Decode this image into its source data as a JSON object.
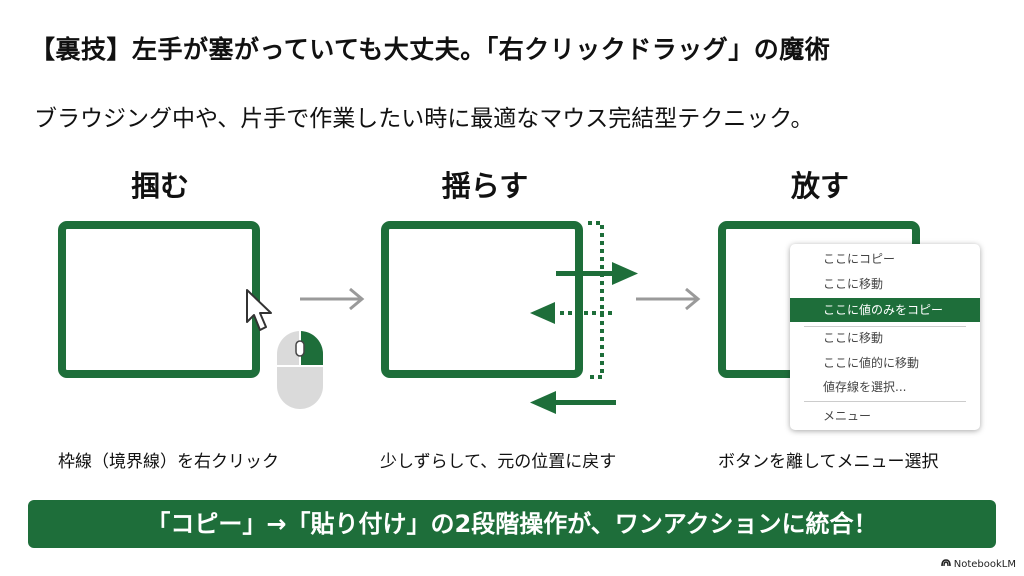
{
  "slide": {
    "title": "【裏技】左手が塞がっていても大丈夫。「右クリックドラッグ」の魔術",
    "subtitle": "ブラウジング中や、片手で作業したい時に最適なマウス完結型テクニック。",
    "steps": [
      {
        "title": "掴む",
        "caption": "枠線（境界線）を右クリック"
      },
      {
        "title": "揺らす",
        "caption": "少しずらして、元の位置に戻す"
      },
      {
        "title": "放す",
        "caption": "ボタンを離してメニュー選択"
      }
    ],
    "context_menu": {
      "items": [
        "ここにコピー",
        "ここに移動",
        "ここに値のみをコピー",
        "ここに移動",
        "ここに値的に移動",
        "値存線を選択...",
        "メニュー"
      ],
      "selected_index": 2
    },
    "banner": "「コピー」→「貼り付け」の2段階操作が、ワンアクションに統合！",
    "brand": "NotebookLM"
  },
  "colors": {
    "accent": "#1e6e3a",
    "arrow_gray": "#9a9a9a",
    "text": "#111111"
  },
  "icons": [
    "mouse-pointer-icon",
    "mouse-icon",
    "arrow-right-icon",
    "notebooklm-logo-icon"
  ]
}
